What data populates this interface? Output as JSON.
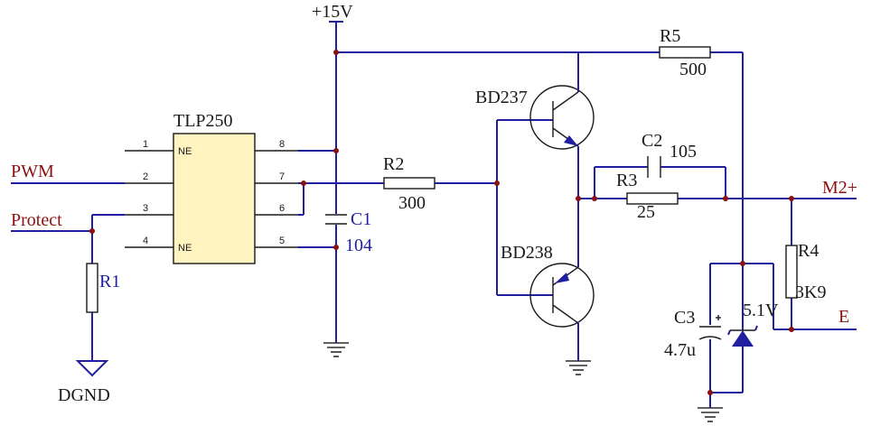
{
  "supply": {
    "label": "+15V"
  },
  "ic": {
    "part": "TLP250",
    "pin_labels": [
      "NE",
      "NE"
    ],
    "pins": [
      "1",
      "2",
      "3",
      "4",
      "5",
      "6",
      "7",
      "8"
    ]
  },
  "signals": {
    "pwm": "PWM",
    "protect": "Protect",
    "m2_plus": "M2+",
    "e": "E"
  },
  "ground": {
    "dgnd": "DGND"
  },
  "components": {
    "r1": {
      "ref": "R1"
    },
    "r2": {
      "ref": "R2",
      "value": "300"
    },
    "r3": {
      "ref": "R3",
      "value": "25"
    },
    "r4": {
      "ref": "R4",
      "value": "3K9"
    },
    "r5": {
      "ref": "R5",
      "value": "500"
    },
    "c1": {
      "ref": "C1",
      "value": "104"
    },
    "c2": {
      "ref": "C2",
      "value": "105"
    },
    "c3": {
      "ref": "C3",
      "value": "4.7u"
    },
    "q1": {
      "ref": "BD237"
    },
    "q2": {
      "ref": "BD238"
    },
    "zener": {
      "value": "5.1V"
    }
  }
}
